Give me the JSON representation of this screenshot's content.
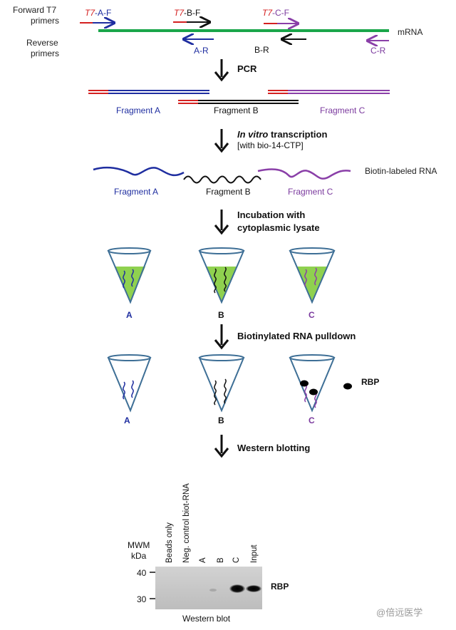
{
  "colors": {
    "mrna": "#1aa64a",
    "red": "#d42020",
    "blue": "#1f2ea0",
    "black": "#111111",
    "purple": "#8a3fa8",
    "lysate": "#8fd14f",
    "tube": "#3e6f96"
  },
  "primers": {
    "forward_label": "Forward T7",
    "forward_label2": "primers",
    "reverse_label": "Reverse",
    "reverse_label2": "primers",
    "t7": "T7",
    "af_suffix": "-A-F",
    "bf_suffix": "-B-F",
    "cf_suffix": "-C-F",
    "ar": "A-R",
    "br": "B-R",
    "cr": "C-R",
    "mrna": "mRNA"
  },
  "steps": {
    "pcr": "PCR",
    "ivt_italic": "In vitro",
    "ivt_rest": " transcription",
    "ivt_sub": "[with bio-14-CTP]",
    "incubation_line1": "Incubation with",
    "incubation_line2": "cytoplasmic lysate",
    "pulldown": "Biotinylated RNA pulldown",
    "western": "Western blotting"
  },
  "fragments": {
    "a": "Fragment A",
    "b": "Fragment B",
    "c": "Fragment C",
    "biotin_label": "Biotin-labeled RNA"
  },
  "tubes": [
    "A",
    "B",
    "C"
  ],
  "rbp_label": "RBP",
  "blot": {
    "lanes": [
      "Beads only",
      "Neg. control biot-RNA",
      "A",
      "B",
      "C",
      "Input"
    ],
    "mwm": "MWM",
    "kda": "kDa",
    "marker_40": "40",
    "marker_30": "30",
    "band_label": "RBP",
    "caption": "Western blot"
  },
  "watermark": "@倍远医学"
}
